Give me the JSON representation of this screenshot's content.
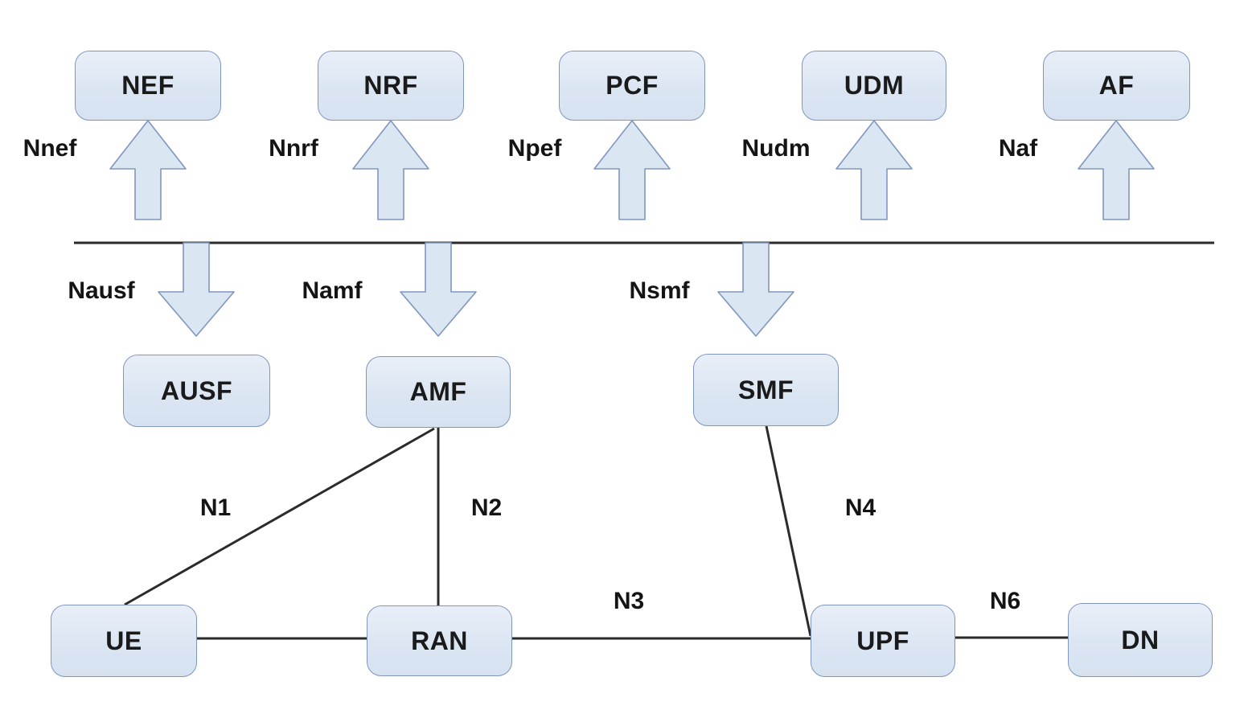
{
  "diagram": {
    "description": "5G core network service-based architecture diagram",
    "colors": {
      "node_fill": "#dbe6f3",
      "node_border": "#8096bf",
      "line": "#2b2b2b",
      "text": "#141414"
    },
    "top_nodes": [
      {
        "id": "nef",
        "label": "NEF",
        "bus_label": "Nnef"
      },
      {
        "id": "nrf",
        "label": "NRF",
        "bus_label": "Nnrf"
      },
      {
        "id": "pcf",
        "label": "PCF",
        "bus_label": "Npef"
      },
      {
        "id": "udm",
        "label": "UDM",
        "bus_label": "Nudm"
      },
      {
        "id": "af",
        "label": "AF",
        "bus_label": "Naf"
      }
    ],
    "middle_nodes": [
      {
        "id": "ausf",
        "label": "AUSF",
        "bus_label": "Nausf"
      },
      {
        "id": "amf",
        "label": "AMF",
        "bus_label": "Namf"
      },
      {
        "id": "smf",
        "label": "SMF",
        "bus_label": "Nsmf"
      }
    ],
    "bottom_nodes": [
      {
        "id": "ue",
        "label": "UE"
      },
      {
        "id": "ran",
        "label": "RAN"
      },
      {
        "id": "upf",
        "label": "UPF"
      },
      {
        "id": "dn",
        "label": "DN"
      }
    ],
    "reference_points": [
      {
        "id": "n1",
        "label": "N1",
        "from": "UE",
        "to": "AMF"
      },
      {
        "id": "n2",
        "label": "N2",
        "from": "RAN",
        "to": "AMF"
      },
      {
        "id": "n3",
        "label": "N3",
        "from": "RAN",
        "to": "UPF"
      },
      {
        "id": "n4",
        "label": "N4",
        "from": "SMF",
        "to": "UPF"
      },
      {
        "id": "n6",
        "label": "N6",
        "from": "UPF",
        "to": "DN"
      }
    ]
  }
}
